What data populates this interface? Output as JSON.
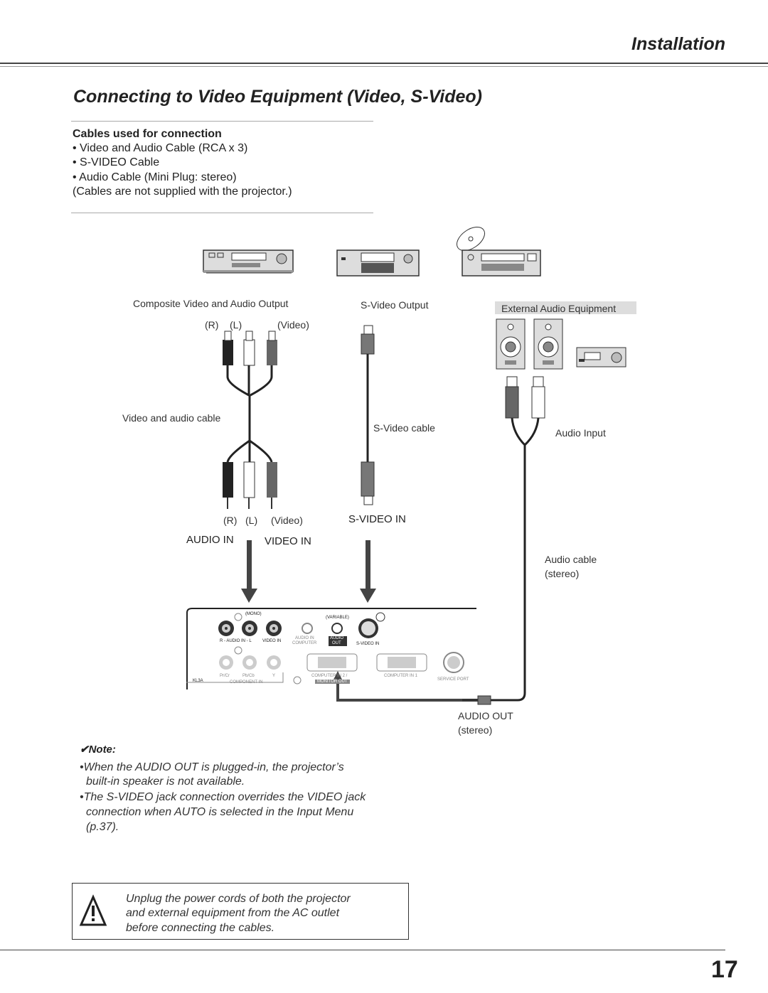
{
  "header": {
    "section": "Installation"
  },
  "heading": "Connecting to Video Equipment (Video, S-Video)",
  "cables": {
    "title": "Cables used for connection",
    "items": [
      "• Video and Audio Cable (RCA x 3)",
      "• S-VIDEO Cable",
      "• Audio Cable (Mini Plug: stereo)",
      "(Cables are not supplied with the projector.)"
    ]
  },
  "diagram": {
    "composite_output": "Composite Video and Audio Output",
    "svideo_output": "S-Video Output",
    "external_audio": "External Audio Equipment",
    "r": "(R)",
    "l": "(L)",
    "video": "(Video)",
    "video_audio_cable": "Video and audio cable",
    "svideo_cable": "S-Video cable",
    "audio_input": "Audio Input",
    "audio_in": "AUDIO IN",
    "video_in": "VIDEO IN",
    "svideo_in": "S-VIDEO IN",
    "audio_cable": "Audio cable",
    "stereo": "(stereo)",
    "audio_out": "AUDIO OUT",
    "panel": {
      "mono": "(MONO)",
      "variable": "(VARIABLE)",
      "r_audio_in_l": "R - AUDIO IN - L",
      "video_in": "VIDEO IN",
      "audio_in_computer": "AUDIO IN",
      "computer": "COMPUTER",
      "audio_out_top": "AUDIO",
      "audio_out_bottom": "OUT",
      "svideo_in": "S-VIDEO IN",
      "pr_cr": "Pr/Cr",
      "pb_cb": "Pb/Cb",
      "y": "Y",
      "component_in": "COMPONENT IN",
      "computer_in_2": "COMPUTER IN 2 /",
      "monitor_out": "MONITOR OUT",
      "computer_in_1": "COMPUTER IN 1",
      "service_port": "SERVICE PORT",
      "model": "KL3A"
    }
  },
  "note": {
    "title": "✔Note:",
    "lines": [
      "•When the AUDIO OUT is plugged-in, the projector’s",
      "built-in speaker is not available.",
      "•The S-VIDEO jack connection overrides the VIDEO jack",
      "connection when AUTO is selected in the Input Menu",
      "(p.37)."
    ]
  },
  "warning": {
    "lines": [
      "Unplug the power cords of both the projector",
      "and external equipment from the AC outlet",
      "before connecting the cables."
    ]
  },
  "page_number": "17"
}
